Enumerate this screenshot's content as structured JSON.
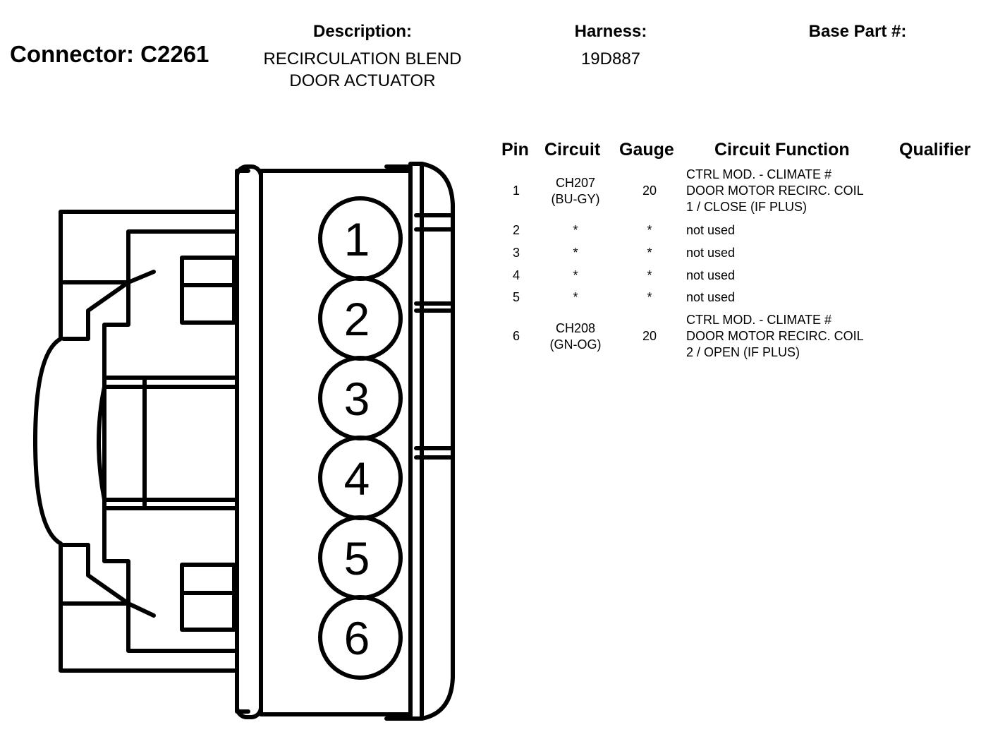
{
  "header": {
    "connector_label": "Connector: C2261",
    "description_label": "Description:",
    "description_line1": "RECIRCULATION BLEND",
    "description_line2": "DOOR ACTUATOR",
    "harness_label": "Harness:",
    "harness_value": "19D887",
    "base_part_label": "Base Part #:"
  },
  "table": {
    "columns": [
      "Pin",
      "Circuit",
      "Gauge",
      "Circuit Function",
      "Qualifier"
    ],
    "rows": [
      {
        "pin": "1",
        "circuit1": "CH207",
        "circuit2": "(BU-GY)",
        "gauge": "20",
        "func1": "CTRL MOD. - CLIMATE #",
        "func2": "DOOR MOTOR RECIRC. COIL",
        "func3": "1 / CLOSE (IF PLUS)"
      },
      {
        "pin": "2",
        "circuit1": "*",
        "gauge": "*",
        "func1": "not used"
      },
      {
        "pin": "3",
        "circuit1": "*",
        "gauge": "*",
        "func1": "not used"
      },
      {
        "pin": "4",
        "circuit1": "*",
        "gauge": "*",
        "func1": "not used"
      },
      {
        "pin": "5",
        "circuit1": "*",
        "gauge": "*",
        "func1": "not used"
      },
      {
        "pin": "6",
        "circuit1": "CH208",
        "circuit2": "(GN-OG)",
        "gauge": "20",
        "func1": "CTRL MOD. - CLIMATE #",
        "func2": "DOOR MOTOR RECIRC. COIL",
        "func3": "2 / OPEN (IF PLUS)"
      }
    ]
  },
  "diagram": {
    "pin_labels": [
      "1",
      "2",
      "3",
      "4",
      "5",
      "6"
    ]
  }
}
